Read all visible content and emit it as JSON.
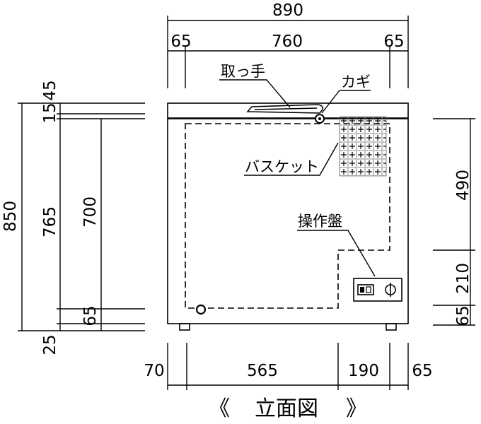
{
  "dimensions": {
    "overall_width": "890",
    "side_margin_left": "65",
    "inner_width": "760",
    "side_margin_right": "65",
    "lid_thickness": "45",
    "lid_gap": "15",
    "overall_height": "850",
    "cabinet_height": "765",
    "interior_height": "700",
    "base_height": "65",
    "foot_height": "25",
    "basket_height": "490",
    "machine_room_height": "210",
    "machine_base_height": "65",
    "bottom_left_offset": "70",
    "main_compartment_width": "565",
    "machine_room_width": "190",
    "bottom_right_offset": "65"
  },
  "labels": {
    "handle": "取っ手",
    "lock": "カギ",
    "basket": "バスケット",
    "control_panel": "操作盤"
  },
  "title": {
    "left_bracket": "《",
    "text": "立面図",
    "right_bracket": "》"
  }
}
